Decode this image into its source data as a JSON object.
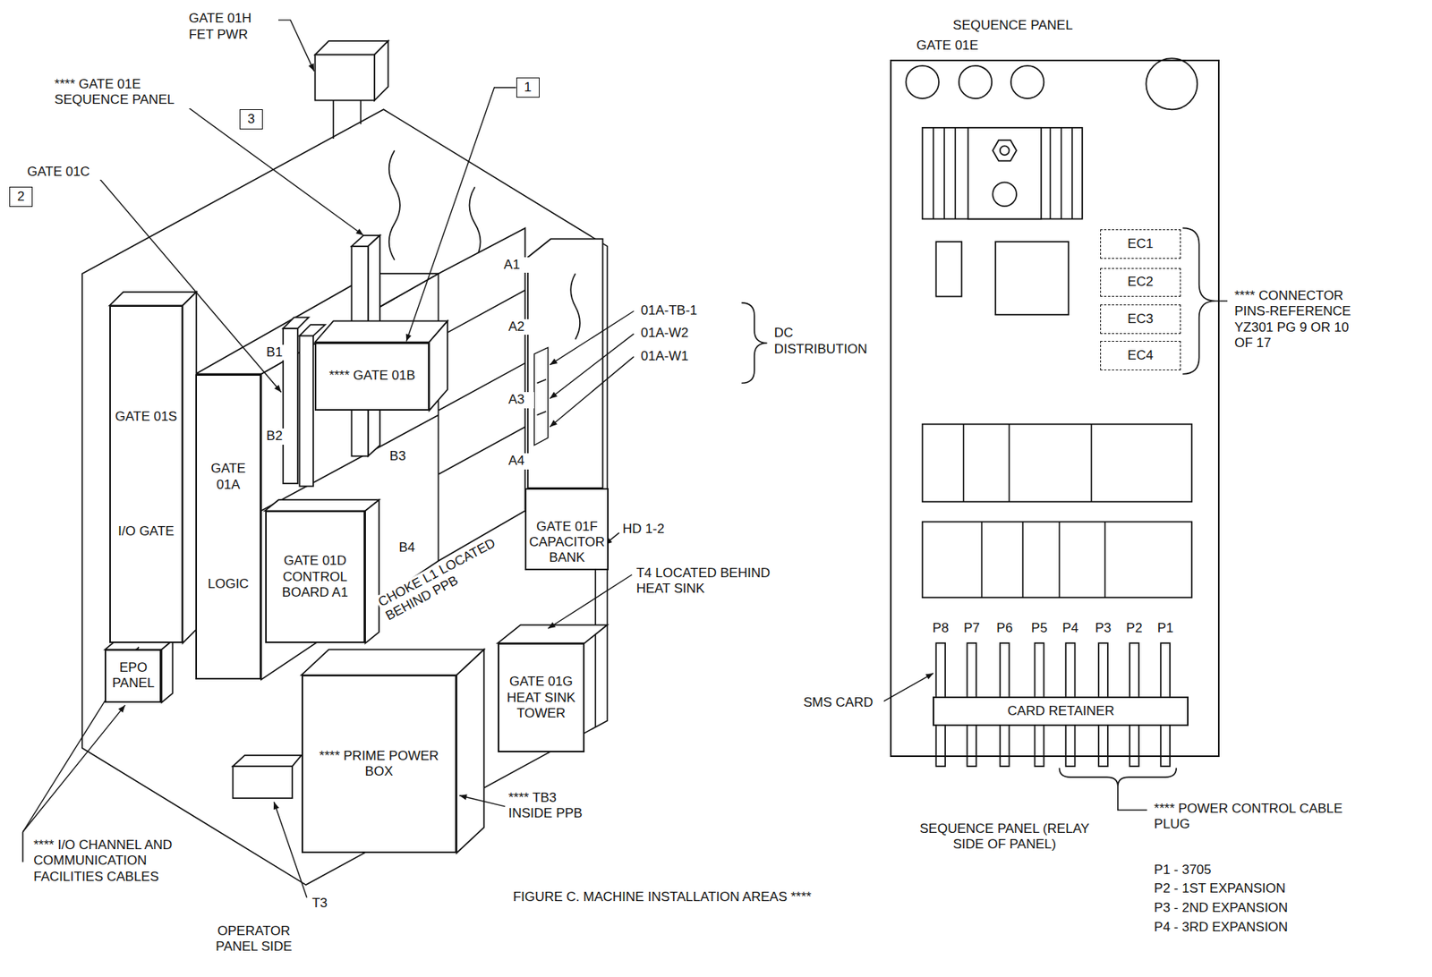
{
  "diagram": {
    "caption": "FIGURE C. MACHINE INSTALLATION AREAS ****",
    "nodes": [
      {
        "text": [
          "3"
        ]
      },
      {
        "text": [
          "2"
        ]
      },
      {
        "text": [
          "1"
        ]
      },
      {
        "text": [
          "GATE 01S",
          "I/O GATE"
        ]
      },
      {
        "text": [
          "GATE 01A",
          "LOGIC"
        ]
      },
      {
        "text": [
          "**** GATE 01B"
        ]
      },
      {
        "text": [
          "GATE 01D CONTROL BOARD A1"
        ]
      },
      {
        "text": [
          "GATE 01F CAPACITOR BANK"
        ]
      },
      {
        "text": [
          "EPO PANEL"
        ]
      },
      {
        "text": [
          "GATE 01G HEAT SINK TOWER"
        ]
      },
      {
        "text": [
          "**** PRIME POWER BOX"
        ]
      },
      {
        "text": [
          "SEQUENCE PANEL",
          "GATE 01E"
        ]
      },
      {
        "text": [
          "EC1"
        ],
        "in": 11
      },
      {
        "text": [
          "EC2"
        ],
        "in": 11
      },
      {
        "text": [
          "EC3"
        ],
        "in": 11
      },
      {
        "text": [
          "EC4"
        ],
        "in": 11
      },
      {
        "text": [
          "CARD RETAINER"
        ],
        "in": 11
      }
    ],
    "edges": [
      {
        "from": 2,
        "to": 5,
        "arrow": "to"
      }
    ],
    "labels": [
      "GATE 01H FET PWR",
      "**** GATE 01E SEQUENCE PANEL",
      "GATE 01C",
      "A1",
      "A2",
      "A3",
      "A4",
      "B1",
      "B2",
      "B3",
      "B4",
      "01A-TB-1",
      "01A-W2",
      "01A-W1",
      "DC DISTRIBUTION",
      "HD 1-2",
      "T4 LOCATED BEHIND HEAT SINK",
      "CHOKE L1 LOCATED BEHIND PPB",
      "**** TB3 INSIDE PPB",
      "**** I/O CHANNEL AND COMMUNICATION FACILITIES CABLES",
      "T3",
      "OPERATOR PANEL SIDE",
      "**** CONNECTOR PINS-REFERENCE YZ301 PG 9 OR 10 OF 17",
      "P8",
      "P7",
      "P6",
      "P5",
      "P4",
      "P3",
      "P2",
      "P1",
      "SMS CARD",
      "SEQUENCE PANEL (RELAY SIDE OF PANEL)",
      "**** POWER CONTROL CABLE PLUG",
      "P1 - 3705",
      "P2 - 1ST EXPANSION",
      "P3 - 2ND EXPANSION",
      "P4 - 3RD EXPANSION"
    ]
  }
}
